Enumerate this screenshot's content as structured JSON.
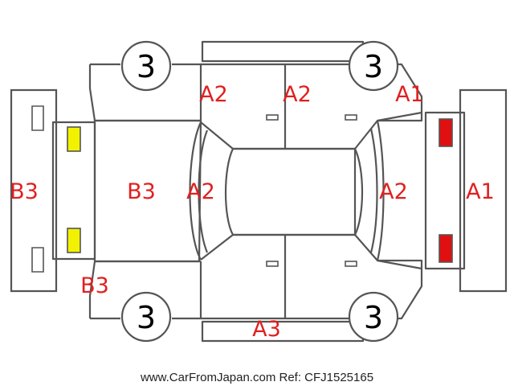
{
  "diagram": {
    "labels": {
      "door_front_upper": "A2",
      "door_rear_upper": "A2",
      "fender_front_upper": "A1",
      "rear_bumper": "B3",
      "trunk": "B3",
      "rear_window": "A2",
      "windshield": "A2",
      "front_bumper": "A1",
      "rear_quarter_lower": "B3",
      "rocker_lower": "A3"
    },
    "wheels": [
      "3",
      "3",
      "3",
      "3"
    ],
    "colors": {
      "line": "#555555",
      "label": "#e02020",
      "rear_lamp": "#f2f200",
      "front_lamp": "#e01010"
    }
  },
  "footer": "www.CarFromJapan.com Ref: CFJ1525165"
}
